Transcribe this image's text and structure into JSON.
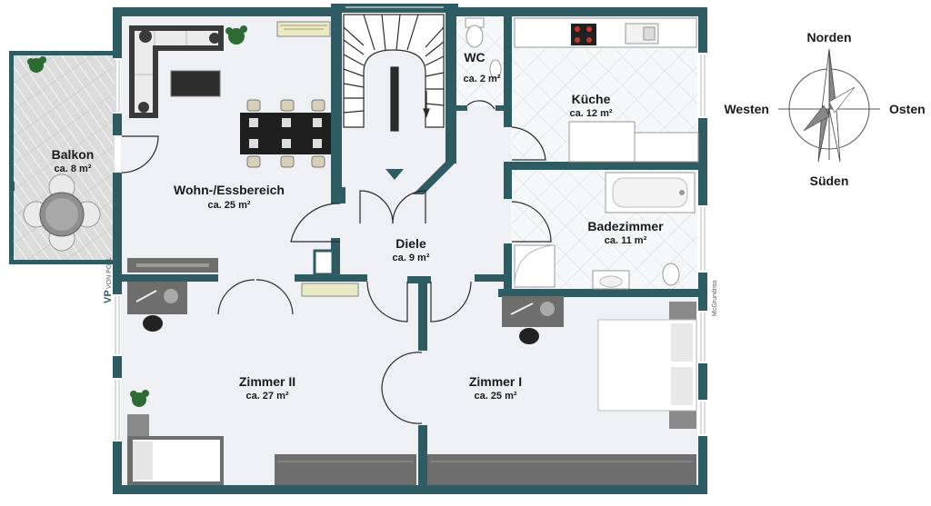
{
  "colors": {
    "wall": "#2f5b63",
    "floor": "#eef0f3",
    "tile": "#f4f5f7",
    "deck": "#d9d9d9",
    "furniture": "#6e6e6e"
  },
  "rooms": {
    "balkon": {
      "name": "Balkon",
      "area": "ca. 8 m²"
    },
    "wohn": {
      "name": "Wohn-/Essbereich",
      "area": "ca. 25 m²"
    },
    "wc": {
      "name": "WC",
      "area": "ca. 2 m²"
    },
    "kueche": {
      "name": "Küche",
      "area": "ca. 12 m²"
    },
    "bad": {
      "name": "Badezimmer",
      "area": "ca. 11 m²"
    },
    "diele": {
      "name": "Diele",
      "area": "ca. 9 m²"
    },
    "zimmer2": {
      "name": "Zimmer II",
      "area": "ca. 27 m²"
    },
    "zimmer1": {
      "name": "Zimmer I",
      "area": "ca. 25 m²"
    }
  },
  "compass": {
    "north": "Norden",
    "south": "Süden",
    "west": "Westen",
    "east": "Osten"
  },
  "branding": {
    "left_logo": "VP",
    "left_text": "VON POLL",
    "right_text": "McGrundriss"
  }
}
